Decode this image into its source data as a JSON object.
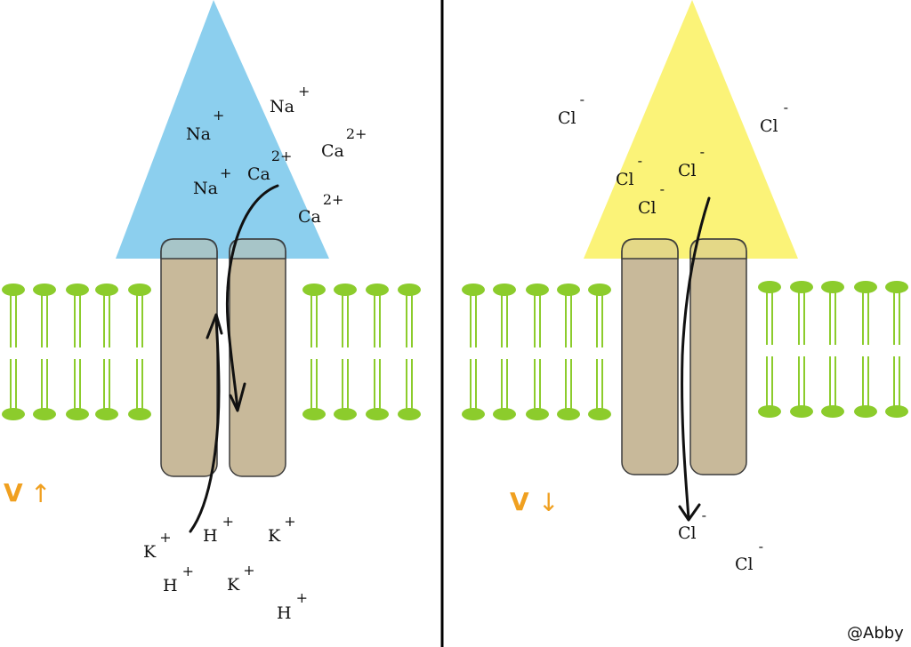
{
  "colors": {
    "left_cone": "#8ccfee",
    "right_cone": "#fbf378",
    "channel": "#c8b99a",
    "channel_stroke": "#3c3c3c",
    "lipid": "#8ccc2c",
    "divider": "#000000",
    "voltage": "#f0a020",
    "arrow": "#111111"
  },
  "left_panel": {
    "voltage_text": "V",
    "voltage_arrow": "↑",
    "ions": [
      {
        "symbol": "Na",
        "charge": "+"
      },
      {
        "symbol": "Na",
        "charge": "+"
      },
      {
        "symbol": "Na",
        "charge": "+"
      },
      {
        "symbol": "Ca",
        "charge": "2+"
      },
      {
        "symbol": "Ca",
        "charge": "2+"
      },
      {
        "symbol": "Ca",
        "charge": "2+"
      },
      {
        "symbol": "K",
        "charge": "+"
      },
      {
        "symbol": "H",
        "charge": "+"
      },
      {
        "symbol": "K",
        "charge": "+"
      },
      {
        "symbol": "H",
        "charge": "+"
      },
      {
        "symbol": "K",
        "charge": "+"
      },
      {
        "symbol": "H",
        "charge": "+"
      }
    ]
  },
  "right_panel": {
    "voltage_text": "V",
    "voltage_arrow": "↓",
    "ions": [
      {
        "symbol": "Cl",
        "charge": "-"
      },
      {
        "symbol": "Cl",
        "charge": "-"
      },
      {
        "symbol": "Cl",
        "charge": "-"
      },
      {
        "symbol": "Cl",
        "charge": "-"
      },
      {
        "symbol": "Cl",
        "charge": "-"
      },
      {
        "symbol": "Cl",
        "charge": "-"
      },
      {
        "symbol": "Cl",
        "charge": "-"
      }
    ]
  },
  "credit": "@Abby"
}
